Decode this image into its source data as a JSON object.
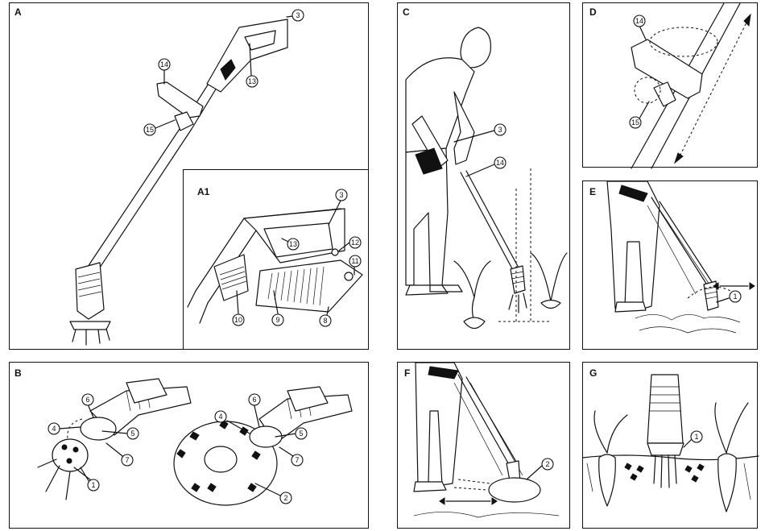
{
  "panels": {
    "A": {
      "label": "A",
      "callouts": [
        "3",
        "13",
        "14",
        "15"
      ]
    },
    "A1": {
      "label": "A1",
      "callouts": [
        "3",
        "13",
        "12",
        "11",
        "10",
        "9",
        "8"
      ]
    },
    "B": {
      "label": "B",
      "callouts": [
        "6",
        "4",
        "5",
        "7",
        "1",
        "6",
        "4",
        "5",
        "7",
        "2"
      ]
    },
    "C": {
      "label": "C",
      "callouts": [
        "3",
        "14"
      ]
    },
    "D": {
      "label": "D",
      "callouts": [
        "14",
        "15"
      ]
    },
    "E": {
      "label": "E",
      "callouts": [
        "1"
      ]
    },
    "F": {
      "label": "F",
      "callouts": [
        "2"
      ]
    },
    "G": {
      "label": "G",
      "callouts": [
        "1"
      ]
    }
  }
}
